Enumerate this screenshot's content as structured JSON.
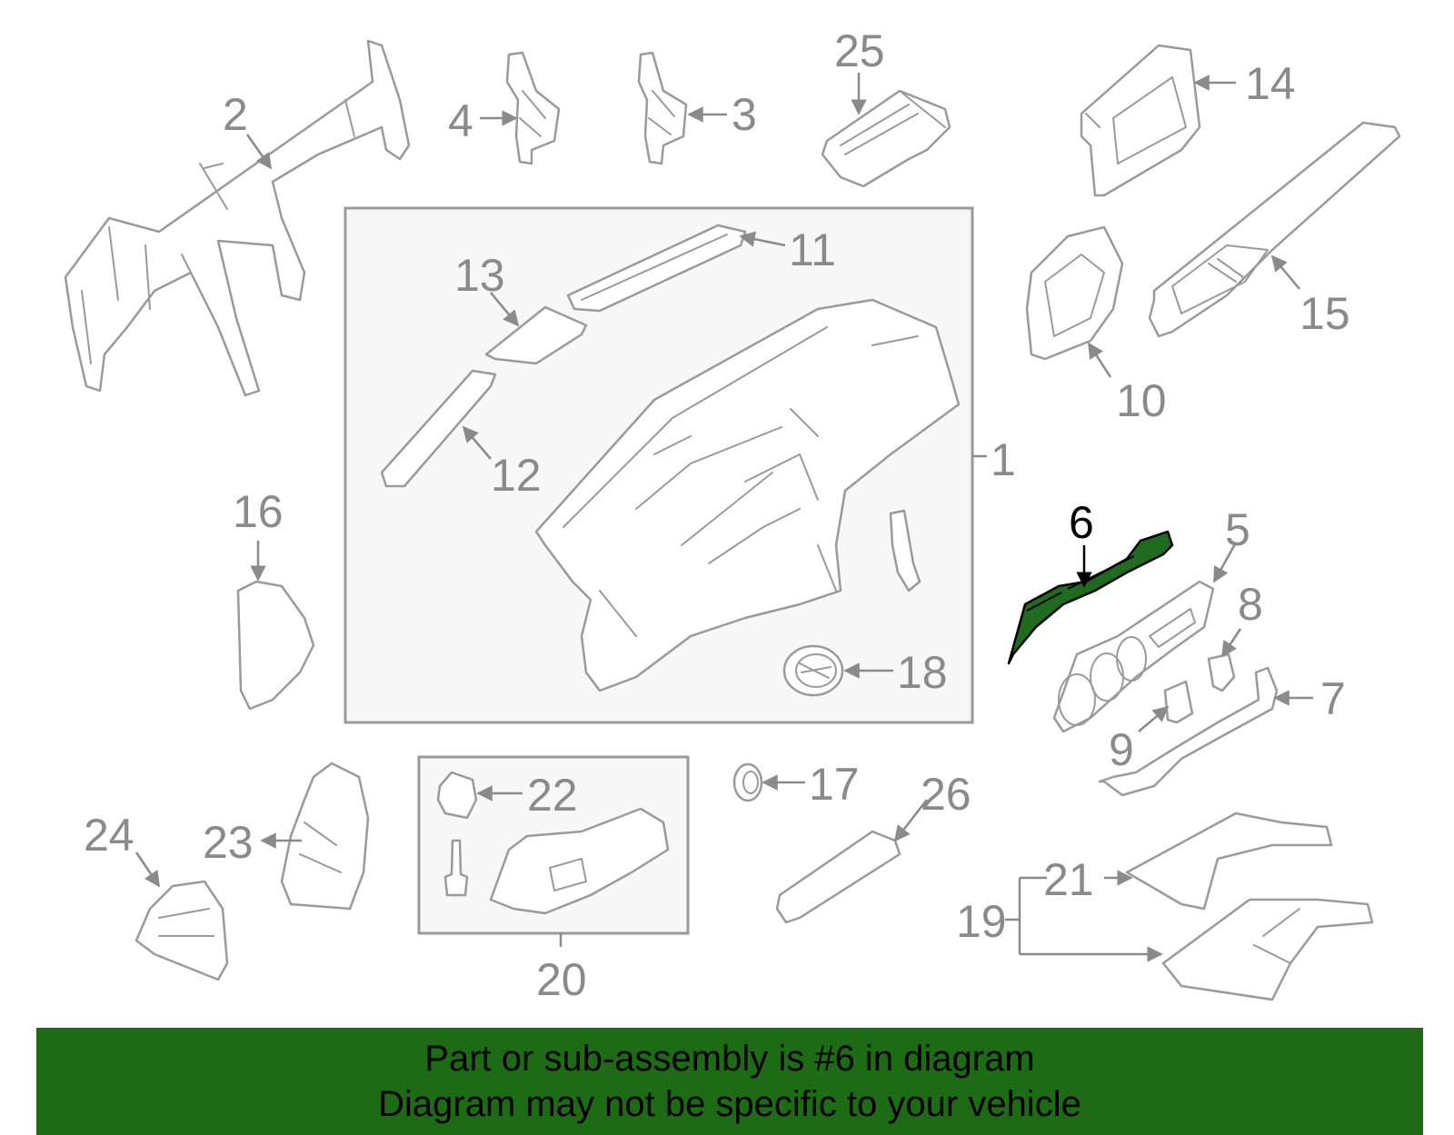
{
  "diagram": {
    "highlight_color": "#1f6b1f",
    "labels": {
      "p1": "1",
      "p2": "2",
      "p3": "3",
      "p4": "4",
      "p5": "5",
      "p6": "6",
      "p7": "7",
      "p8": "8",
      "p9": "9",
      "p10": "10",
      "p11": "11",
      "p12": "12",
      "p13": "13",
      "p14": "14",
      "p15": "15",
      "p16": "16",
      "p17": "17",
      "p18": "18",
      "p19": "19",
      "p20": "20",
      "p21": "21",
      "p22": "22",
      "p23": "23",
      "p24": "24",
      "p25": "25",
      "p26": "26"
    }
  },
  "banner": {
    "background": "#1d6b14",
    "line1": "Part or sub-assembly is #6 in diagram",
    "line2": "Diagram may not be specific to your vehicle"
  }
}
